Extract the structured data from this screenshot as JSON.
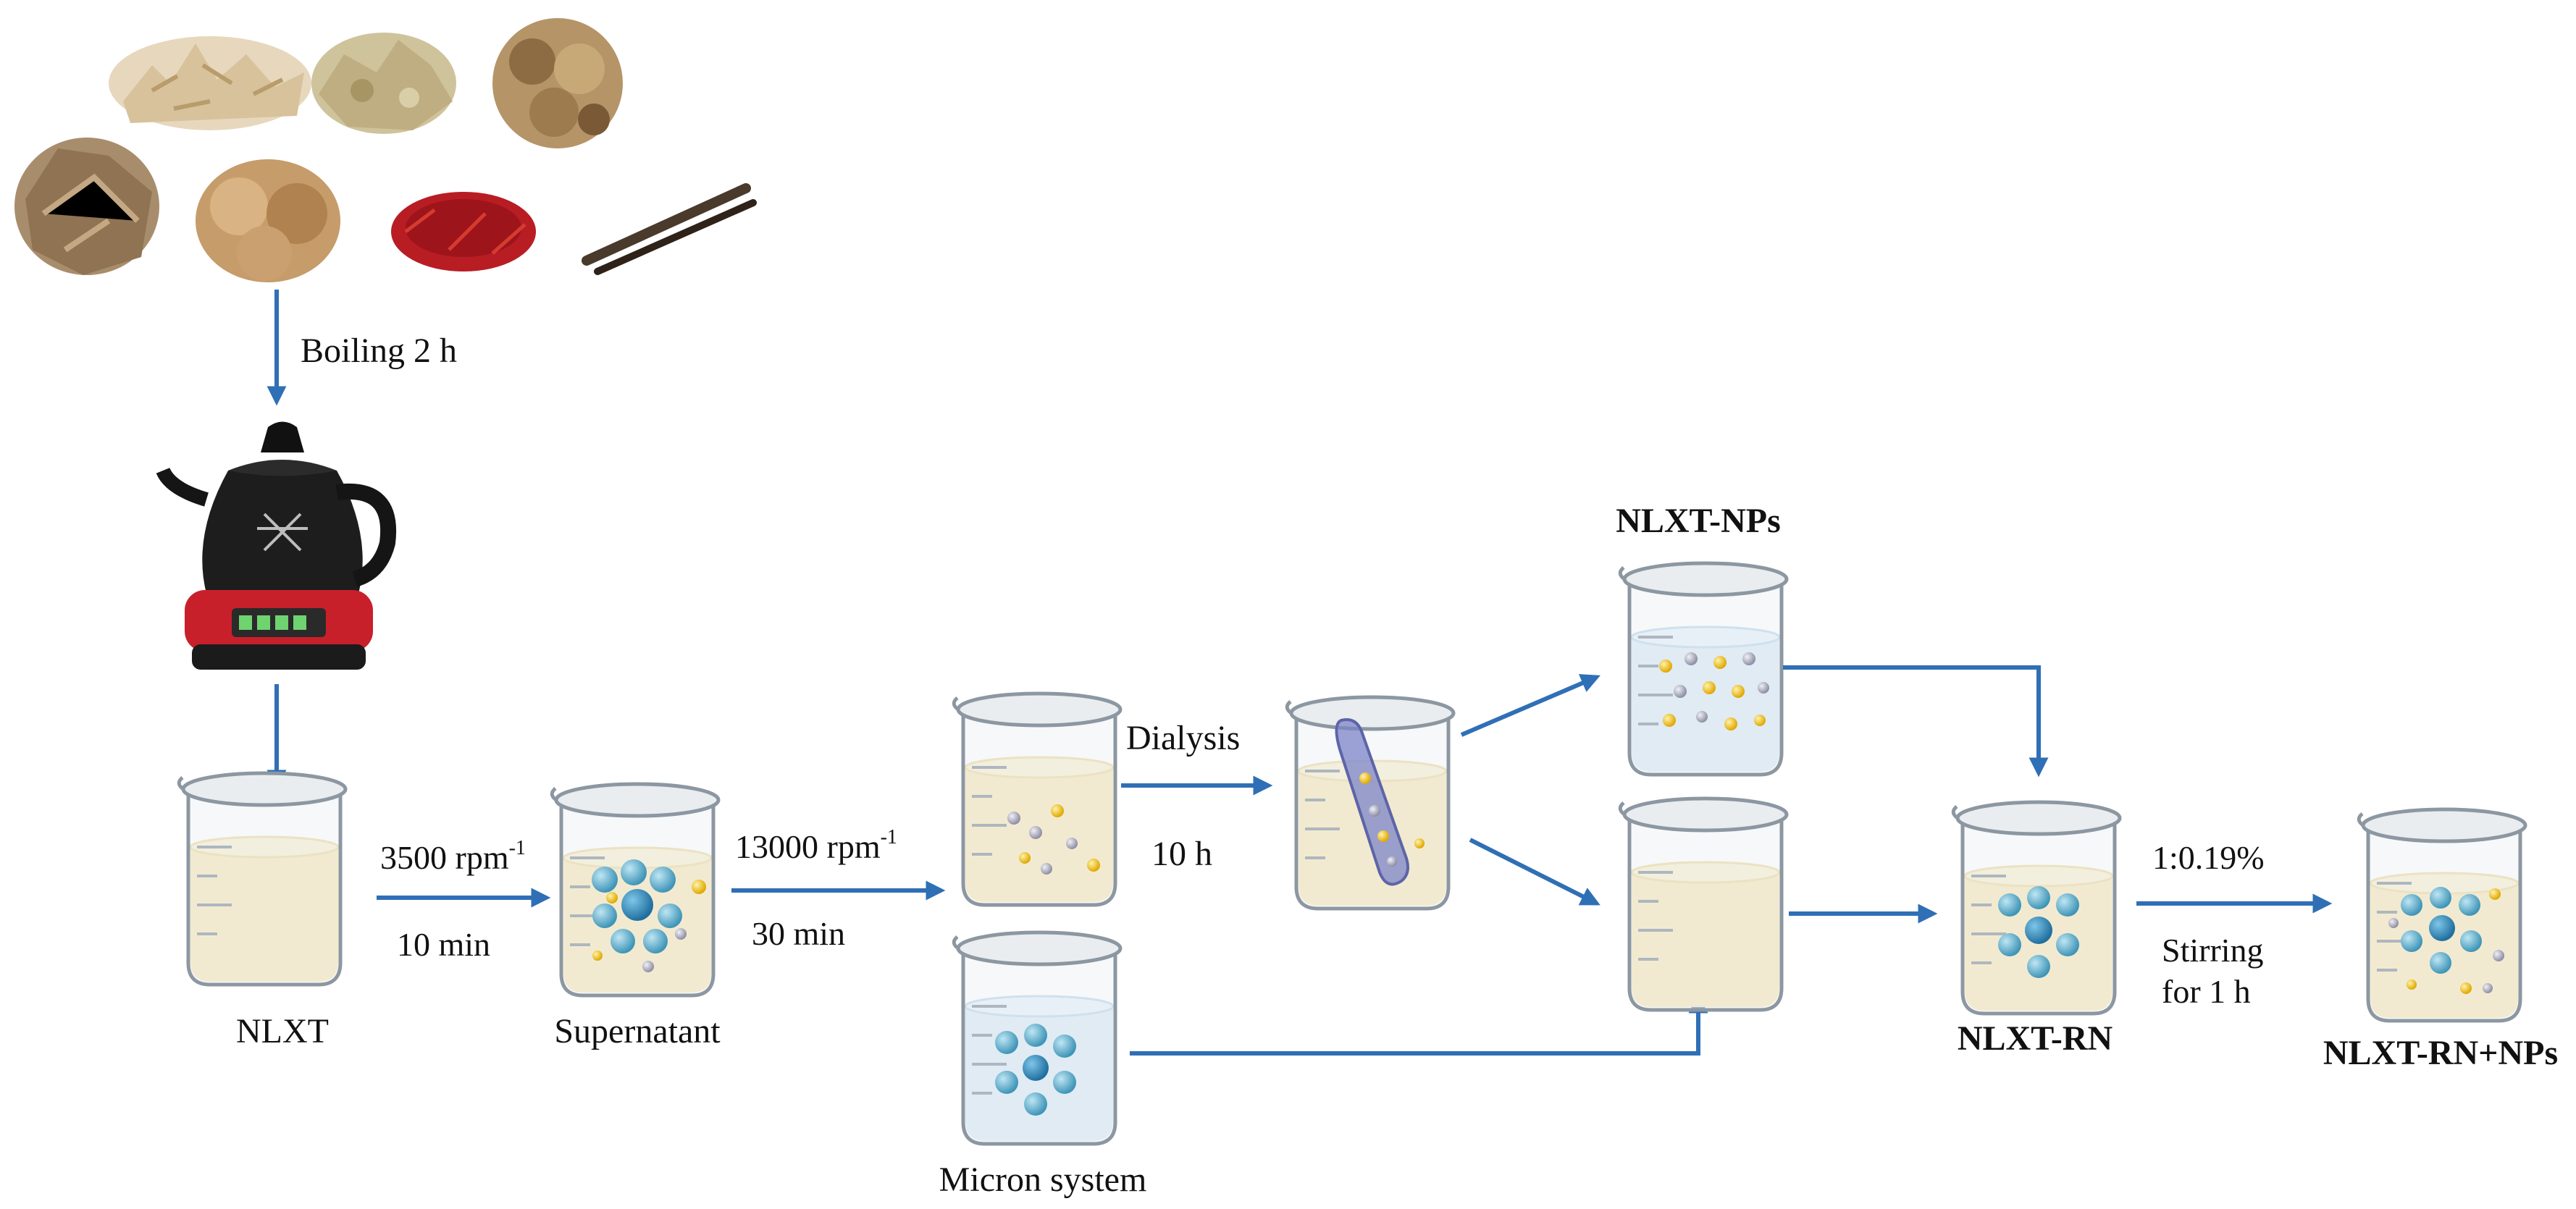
{
  "steps": {
    "boiling": "Boiling 2 h",
    "centrifuge1_speed": "3500 rpm",
    "centrifuge1_exp": "-1",
    "centrifuge1_time": "10 min",
    "centrifuge2_speed": "13000  rpm",
    "centrifuge2_exp": "-1",
    "centrifuge2_time": "30 min",
    "dialysis": "Dialysis",
    "dialysis_time": "10 h",
    "ratio": "1:0.19%",
    "stirring_line1": "Stirring",
    "stirring_line2": "for 1 h"
  },
  "labels": {
    "nlxt": "NLXT",
    "supernatant": "Supernatant",
    "micron_system": "Micron system",
    "nlxt_nps": "NLXT-NPs",
    "nlxt_rn": "NLXT-RN",
    "nlxt_rn_nps": "NLXT-RN+NPs"
  },
  "colors": {
    "arrow": "#2f6fb6",
    "liquid_yellow": "#f5e0a3",
    "liquid_blue": "#cfe3f2",
    "particle_blue": "#5aaecc",
    "particle_yellow": "#f1c232",
    "particle_grey": "#a9a9b8",
    "saffron": "#b81d24"
  },
  "icons": [
    "herb-pile-icon",
    "saffron-icon",
    "cinnamon-stick-icon",
    "decoction-pot-icon",
    "beaker-icon",
    "dialysis-bag-icon"
  ]
}
